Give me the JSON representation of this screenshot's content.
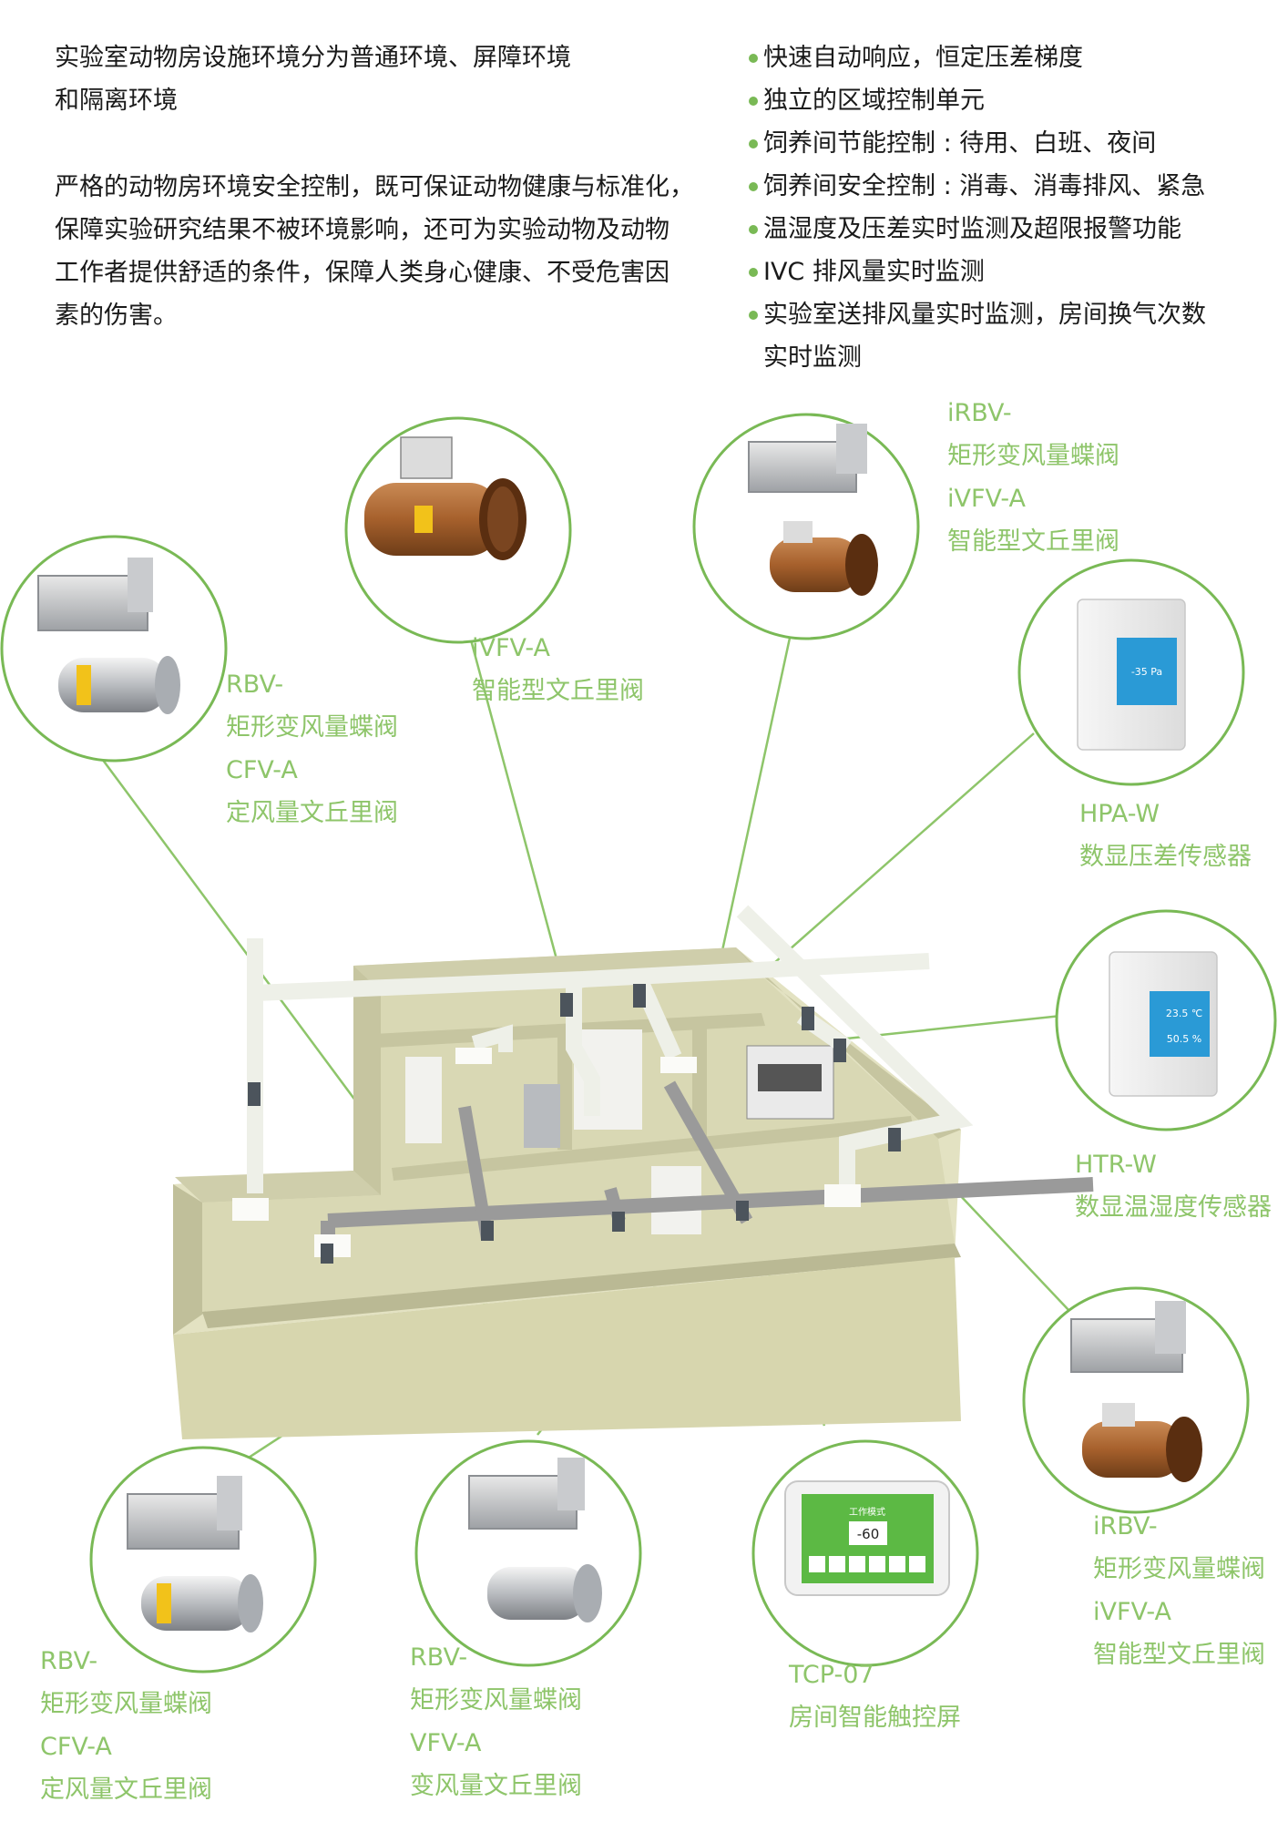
{
  "intro": {
    "paragraph1": "实验室动物房设施环境分为普通环境、屏障环境\n和隔离环境",
    "paragraph2": "严格的动物房环境安全控制，既可保证动物健康与标准化，\n保障实验研究结果不被环境影响，还可为实验动物及动物\n工作者提供舒适的条件，保障人类身心健康、不受危害因\n素的伤害。"
  },
  "features": [
    "快速自动响应，恒定压差梯度",
    "独立的区域控制单元",
    "饲养间节能控制 : 待用、白班、夜间",
    "饲养间安全控制 : 消毒、消毒排风、紧急",
    "温湿度及压差实时监测及超限报警功能",
    "IVC 排风量实时监测",
    "实验室送排风量实时监测，房间换气次数\n实时监测"
  ],
  "callouts": {
    "top_left": [
      "RBV-",
      "矩形变风量蝶阀",
      "CFV-A",
      "定风量文丘里阀"
    ],
    "top_center": [
      "iVFV-A",
      "智能型文丘里阀"
    ],
    "top_right": [
      "iRBV-",
      "矩形变风量蝶阀",
      "iVFV-A",
      "智能型文丘里阀"
    ],
    "hpa": [
      "HPA-W",
      "数显压差传感器"
    ],
    "htr": [
      "HTR-W",
      "数显温湿度传感器"
    ],
    "bottom_right": [
      "iRBV-",
      "矩形变风量蝶阀",
      "iVFV-A",
      "智能型文丘里阀"
    ],
    "bottom_left": [
      "RBV-",
      "矩形变风量蝶阀",
      "CFV-A",
      "定风量文丘里阀"
    ],
    "bottom_mid": [
      "RBV-",
      "矩形变风量蝶阀",
      "VFV-A",
      "变风量文丘里阀"
    ],
    "tcp": [
      "TCP-07",
      "房间智能触控屏"
    ]
  },
  "devices": {
    "pressure_reading": "-35 Pa",
    "temperature_reading": "23.5 ℃",
    "humidity_reading": "50.5 %",
    "touch_panel_value": "-60",
    "touch_panel_mode": "工作模式"
  },
  "colors": {
    "accent_green": "#8ec56a",
    "circle_green": "#79b955",
    "wall": "#d9d8b4",
    "duct": "#eef0e8",
    "exhaust": "#9a9a9a",
    "screen_blue": "#2a9ad6",
    "panel_green": "#5cb944"
  }
}
